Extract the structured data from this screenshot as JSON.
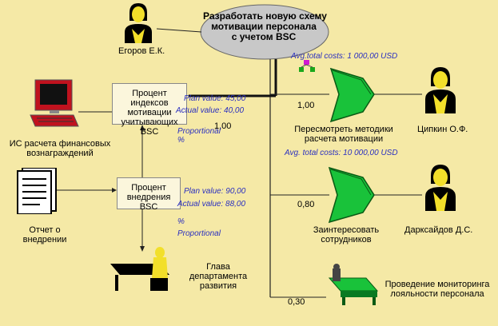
{
  "goal": {
    "title": "Разработать новую схему мотивации персонала с учетом BSC",
    "title_lines": [
      "Разработать новую схему",
      "мотивации персонала",
      "с учетом BSC"
    ],
    "cost": "Avg.total costs: 1 000,00 USD"
  },
  "people": {
    "egorov": "Егоров Е.К.",
    "tsipkin": "Ципкин О.Ф.",
    "darksaydov": "Дарксайдов Д.С.",
    "head_lines": [
      "Глава",
      "департамента",
      "развития"
    ]
  },
  "kpi1": {
    "label_lines": [
      "Процент индексов",
      "мотивации",
      "учитывающих BSC"
    ],
    "plan": "Plan value: 45,00",
    "actual": "Actual value: 40,00",
    "weight": "1,00",
    "kind_lines": [
      "Proportional",
      "%"
    ]
  },
  "kpi2": {
    "label_lines": [
      "Процент",
      "внедрения BSC"
    ],
    "plan": "Plan value: 90,00",
    "actual": "Actual value: 88,00",
    "kind_lines": [
      "%",
      "Proportional"
    ]
  },
  "sources": {
    "system_lines": [
      "ИС расчета финансовых",
      "вознаграждений"
    ],
    "report_lines": [
      "Отчет о",
      "внедрении"
    ]
  },
  "tasks": [
    {
      "weight": "1,00",
      "label_lines": [
        "Пересмотреть методики",
        "расчета мотивации"
      ],
      "cost": "Avg. total costs: 10 000,00 USD"
    },
    {
      "weight": "0,80",
      "label_lines": [
        "Заинтересовать",
        "сотрудников"
      ]
    },
    {
      "weight": "0,30",
      "label_lines": [
        "Проведение мониторинга",
        "лояльности персонала"
      ]
    }
  ],
  "colors": {
    "background": "#f5e9a6",
    "arrow_green": "#19c23a",
    "person_yellow": "#f2df2a",
    "ellipse": "#c8c8c8",
    "annotation_blue": "#2a2fc0"
  }
}
